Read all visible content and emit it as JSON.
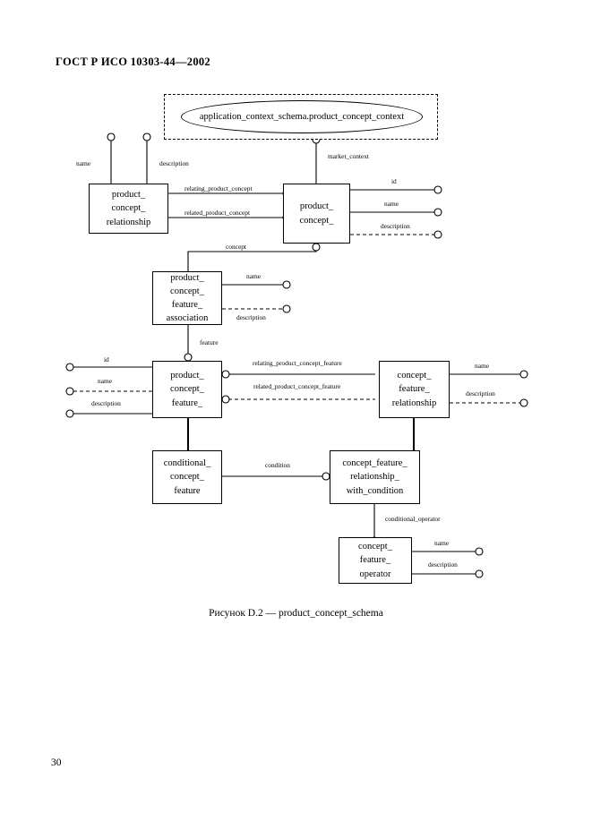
{
  "document": {
    "header": "ГОСТ Р ИСО 10303-44—2002",
    "page_number": "30",
    "figure_caption": "Рисунок D.2 — product_concept_schema"
  },
  "diagram": {
    "type": "EXPRESS-G entity relationship diagram",
    "schema_reference": {
      "label": "application_context_schema.product_concept_context",
      "frame": "dashed-rectangle",
      "shape": "ellipse"
    },
    "entities": [
      {
        "id": "product_concept_relationship",
        "lines": [
          "product_",
          "concept_",
          "relationship"
        ]
      },
      {
        "id": "product_concept",
        "lines": [
          "product_",
          "concept_"
        ]
      },
      {
        "id": "product_concept_feature_association",
        "lines": [
          "product_",
          "concept_",
          "feature_",
          "association"
        ]
      },
      {
        "id": "product_concept_feature",
        "lines": [
          "product_",
          "concept_",
          "feature_"
        ]
      },
      {
        "id": "concept_feature_relationship",
        "lines": [
          "concept_",
          "feature_",
          "relationship"
        ]
      },
      {
        "id": "conditional_concept_feature",
        "lines": [
          "conditional_",
          "concept_",
          "feature"
        ]
      },
      {
        "id": "concept_feature_relationship_with_condition",
        "lines": [
          "concept_feature_",
          "relationship_",
          "with_condition"
        ]
      },
      {
        "id": "concept_feature_operator",
        "lines": [
          "concept_",
          "feature_",
          "operator"
        ]
      }
    ],
    "edge_labels": {
      "market_context": "market_context",
      "relating_product_concept": "relating_product_concept",
      "related_product_concept": "related_product_concept",
      "concept": "concept",
      "feature": "feature",
      "relating_product_concept_feature": "relating_product_concept_feature",
      "related_product_concept_feature": "related_product_concept_feature",
      "condition": "condition",
      "conditional_operator": "conditional_operator"
    },
    "attribute_labels": {
      "pcr_name": "name",
      "pcr_description": "description",
      "pc_id": "id",
      "pc_name": "name",
      "pc_description": "description",
      "pcfa_name": "name",
      "pcfa_description": "description",
      "pcf_id": "id",
      "pcf_name": "name",
      "pcf_description": "description",
      "cfr_name": "name",
      "cfr_description": "description",
      "cfo_name": "name",
      "cfo_description": "description"
    },
    "colors": {
      "ink": "#000000",
      "paper": "#ffffff"
    }
  }
}
